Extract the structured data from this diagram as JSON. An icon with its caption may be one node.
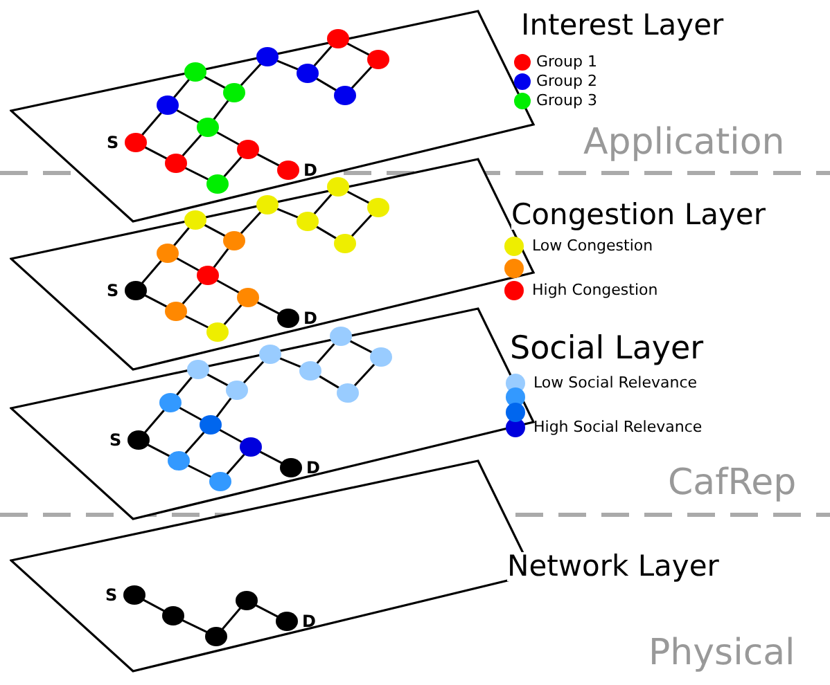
{
  "diagram": {
    "nodes": [
      {
        "text": [],
        "shape": "parallelogram"
      },
      {
        "text": [],
        "shape": "circle",
        "in": 0,
        "beside": [
          "S"
        ]
      },
      {
        "text": [],
        "shape": "circle",
        "in": 0
      },
      {
        "text": [],
        "shape": "circle",
        "in": 0
      },
      {
        "text": [],
        "shape": "circle",
        "in": 0
      },
      {
        "text": [],
        "shape": "circle",
        "in": 0
      },
      {
        "text": [],
        "shape": "circle",
        "in": 0
      },
      {
        "text": [],
        "shape": "circle",
        "in": 0
      },
      {
        "text": [],
        "shape": "circle",
        "in": 0
      },
      {
        "text": [],
        "shape": "circle",
        "in": 0
      },
      {
        "text": [],
        "shape": "circle",
        "in": 0,
        "beside": [
          "D"
        ]
      },
      {
        "text": [],
        "shape": "circle",
        "in": 0
      },
      {
        "text": [],
        "shape": "circle",
        "in": 0
      },
      {
        "text": [],
        "shape": "circle",
        "in": 0
      },
      {
        "text": [],
        "shape": "circle",
        "in": 0
      },
      {
        "text": [],
        "shape": "parallelogram"
      },
      {
        "text": [],
        "shape": "circle",
        "in": 15,
        "beside": [
          "S"
        ]
      },
      {
        "text": [],
        "shape": "circle",
        "in": 15
      },
      {
        "text": [],
        "shape": "circle",
        "in": 15
      },
      {
        "text": [],
        "shape": "circle",
        "in": 15
      },
      {
        "text": [],
        "shape": "circle",
        "in": 15
      },
      {
        "text": [],
        "shape": "circle",
        "in": 15
      },
      {
        "text": [],
        "shape": "circle",
        "in": 15
      },
      {
        "text": [],
        "shape": "circle",
        "in": 15
      },
      {
        "text": [],
        "shape": "circle",
        "in": 15
      },
      {
        "text": [],
        "shape": "circle",
        "in": 15,
        "beside": [
          "D"
        ]
      },
      {
        "text": [],
        "shape": "circle",
        "in": 15
      },
      {
        "text": [],
        "shape": "circle",
        "in": 15
      },
      {
        "text": [],
        "shape": "circle",
        "in": 15
      },
      {
        "text": [],
        "shape": "circle",
        "in": 15
      },
      {
        "text": [],
        "shape": "parallelogram"
      },
      {
        "text": [],
        "shape": "circle",
        "in": 30,
        "beside": [
          "S"
        ]
      },
      {
        "text": [],
        "shape": "circle",
        "in": 30
      },
      {
        "text": [],
        "shape": "circle",
        "in": 30
      },
      {
        "text": [],
        "shape": "circle",
        "in": 30
      },
      {
        "text": [],
        "shape": "circle",
        "in": 30
      },
      {
        "text": [],
        "shape": "circle",
        "in": 30
      },
      {
        "text": [],
        "shape": "circle",
        "in": 30
      },
      {
        "text": [],
        "shape": "circle",
        "in": 30
      },
      {
        "text": [],
        "shape": "circle",
        "in": 30
      },
      {
        "text": [],
        "shape": "circle",
        "in": 30,
        "beside": [
          "D"
        ]
      },
      {
        "text": [],
        "shape": "circle",
        "in": 30
      },
      {
        "text": [],
        "shape": "circle",
        "in": 30
      },
      {
        "text": [],
        "shape": "circle",
        "in": 30
      },
      {
        "text": [],
        "shape": "circle",
        "in": 30
      },
      {
        "text": [],
        "shape": "parallelogram"
      },
      {
        "text": [],
        "shape": "circle",
        "in": 45,
        "beside": [
          "S"
        ]
      },
      {
        "text": [],
        "shape": "circle",
        "in": 45
      },
      {
        "text": [],
        "shape": "circle",
        "in": 45
      },
      {
        "text": [],
        "shape": "circle",
        "in": 45
      },
      {
        "text": [],
        "shape": "circle",
        "in": 45,
        "beside": [
          "D"
        ]
      }
    ],
    "edges": [
      {
        "from": 1,
        "to": 2,
        "arrow": "none"
      },
      {
        "from": 2,
        "to": 4,
        "arrow": "none"
      },
      {
        "from": 1,
        "to": 3,
        "arrow": "none"
      },
      {
        "from": 2,
        "to": 5,
        "arrow": "none"
      },
      {
        "from": 4,
        "to": 7,
        "arrow": "none"
      },
      {
        "from": 3,
        "to": 5,
        "arrow": "none"
      },
      {
        "from": 5,
        "to": 7,
        "arrow": "none"
      },
      {
        "from": 3,
        "to": 6,
        "arrow": "none"
      },
      {
        "from": 5,
        "to": 8,
        "arrow": "none"
      },
      {
        "from": 6,
        "to": 8,
        "arrow": "none"
      },
      {
        "from": 8,
        "to": 10,
        "arrow": "none"
      },
      {
        "from": 7,
        "to": 9,
        "arrow": "none"
      },
      {
        "from": 9,
        "to": 11,
        "arrow": "none"
      },
      {
        "from": 11,
        "to": 12,
        "arrow": "none"
      },
      {
        "from": 12,
        "to": 14,
        "arrow": "none"
      },
      {
        "from": 14,
        "to": 13,
        "arrow": "none"
      },
      {
        "from": 13,
        "to": 11,
        "arrow": "none"
      },
      {
        "from": 16,
        "to": 17,
        "arrow": "none"
      },
      {
        "from": 17,
        "to": 19,
        "arrow": "none"
      },
      {
        "from": 16,
        "to": 18,
        "arrow": "none"
      },
      {
        "from": 17,
        "to": 20,
        "arrow": "none"
      },
      {
        "from": 19,
        "to": 22,
        "arrow": "none"
      },
      {
        "from": 18,
        "to": 20,
        "arrow": "none"
      },
      {
        "from": 20,
        "to": 22,
        "arrow": "none"
      },
      {
        "from": 18,
        "to": 21,
        "arrow": "none"
      },
      {
        "from": 20,
        "to": 23,
        "arrow": "none"
      },
      {
        "from": 21,
        "to": 23,
        "arrow": "none"
      },
      {
        "from": 23,
        "to": 25,
        "arrow": "none"
      },
      {
        "from": 22,
        "to": 24,
        "arrow": "none"
      },
      {
        "from": 24,
        "to": 26,
        "arrow": "none"
      },
      {
        "from": 26,
        "to": 27,
        "arrow": "none"
      },
      {
        "from": 27,
        "to": 29,
        "arrow": "none"
      },
      {
        "from": 29,
        "to": 28,
        "arrow": "none"
      },
      {
        "from": 28,
        "to": 26,
        "arrow": "none"
      },
      {
        "from": 31,
        "to": 32,
        "arrow": "none"
      },
      {
        "from": 32,
        "to": 34,
        "arrow": "none"
      },
      {
        "from": 31,
        "to": 33,
        "arrow": "none"
      },
      {
        "from": 32,
        "to": 35,
        "arrow": "none"
      },
      {
        "from": 34,
        "to": 37,
        "arrow": "none"
      },
      {
        "from": 33,
        "to": 35,
        "arrow": "none"
      },
      {
        "from": 35,
        "to": 37,
        "arrow": "none"
      },
      {
        "from": 33,
        "to": 36,
        "arrow": "none"
      },
      {
        "from": 35,
        "to": 38,
        "arrow": "none"
      },
      {
        "from": 36,
        "to": 38,
        "arrow": "none"
      },
      {
        "from": 38,
        "to": 40,
        "arrow": "none"
      },
      {
        "from": 37,
        "to": 39,
        "arrow": "none"
      },
      {
        "from": 39,
        "to": 41,
        "arrow": "none"
      },
      {
        "from": 41,
        "to": 42,
        "arrow": "none"
      },
      {
        "from": 42,
        "to": 44,
        "arrow": "none"
      },
      {
        "from": 44,
        "to": 43,
        "arrow": "none"
      },
      {
        "from": 43,
        "to": 41,
        "arrow": "none"
      },
      {
        "from": 46,
        "to": 47,
        "arrow": "none"
      },
      {
        "from": 47,
        "to": 48,
        "arrow": "none"
      },
      {
        "from": 48,
        "to": 49,
        "arrow": "none"
      },
      {
        "from": 49,
        "to": 50,
        "arrow": "none"
      }
    ],
    "labels": [
      "Interest Layer",
      "Application",
      "Congestion Layer",
      "Social Layer",
      "CafRep",
      "Network Layer",
      "Physical"
    ],
    "legend": [
      {
        "text": "Group 1",
        "color": "#ff0000"
      },
      {
        "text": "Group 2",
        "color": "#0000ee"
      },
      {
        "text": "Group 3",
        "color": "#00ee00"
      },
      {
        "text": "Low Congestion",
        "color": "#eeee00"
      },
      {
        "text": "High Congestion",
        "color": "#ff0000"
      },
      {
        "text": "Low Social Relevance",
        "color": "#99ccff"
      },
      {
        "text": "High Social Relevance",
        "color": "#0000dd"
      }
    ]
  }
}
